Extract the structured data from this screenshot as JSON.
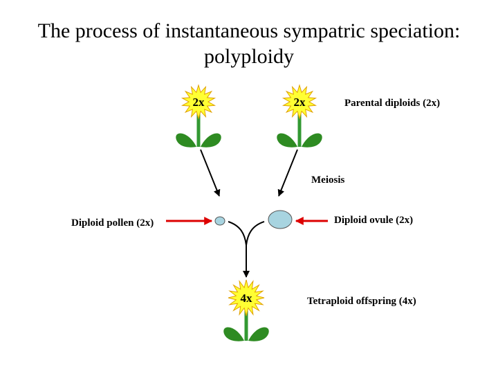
{
  "title": {
    "line1": "The process of instantaneous sympatric speciation:",
    "line2": "polyploidy"
  },
  "parent_left": {
    "ploidy": "2x"
  },
  "parent_right": {
    "ploidy": "2x"
  },
  "labels": {
    "parental": "Parental diploids (2x)",
    "meiosis": "Meiosis",
    "pollen": "Diploid pollen (2x)",
    "ovule": "Diploid ovule (2x)",
    "offspring_desc": "Tetraploid offspring (4x)"
  },
  "offspring": {
    "ploidy": "4x"
  },
  "colors": {
    "star_fill": "#FFFF33",
    "star_stroke": "#E0A000",
    "stem": "#339933",
    "leaf": "#2E8B22",
    "arrow_red": "#DD0000",
    "gamete_fill": "#A8D4E0",
    "gamete_stroke": "#555555",
    "line_black": "#000000"
  }
}
